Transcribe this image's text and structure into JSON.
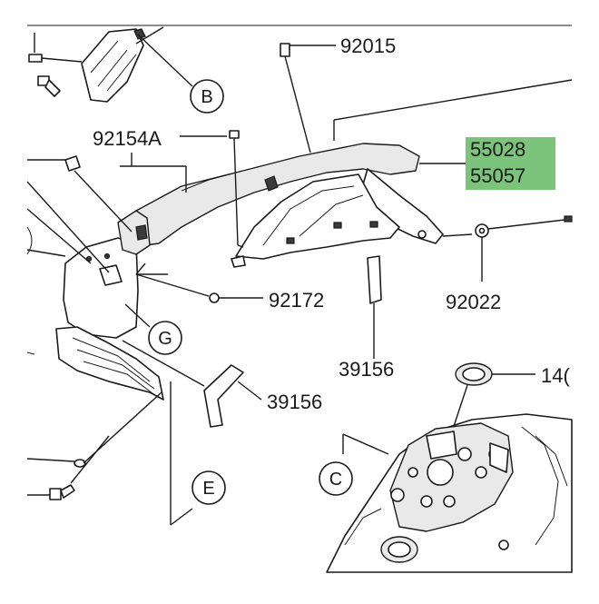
{
  "labels": {
    "p92015": "92015",
    "p92154A": "92154A",
    "p55028": "55028",
    "p55057": "55057",
    "p92022": "92022",
    "p92172": "92172",
    "p39156_right": "39156",
    "p39156_left": "39156",
    "p14": "14("
  },
  "callouts": {
    "b": "B",
    "g": "G",
    "e": "E",
    "c": "C"
  },
  "colors": {
    "highlight": "#7cc47c",
    "line": "#1a1a1a"
  }
}
